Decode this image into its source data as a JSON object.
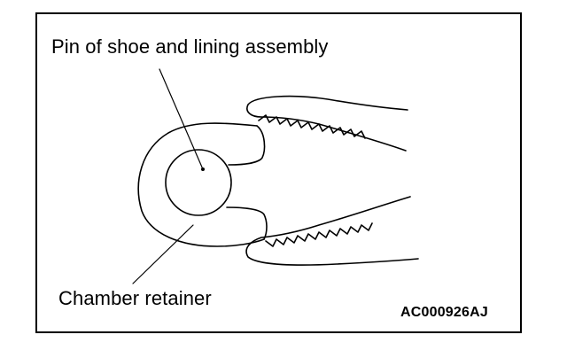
{
  "figure": {
    "callouts": {
      "pin_label": "Pin of shoe and lining assembly",
      "chamber_label": "Chamber retainer"
    },
    "figure_code": "AC000926AJ"
  }
}
